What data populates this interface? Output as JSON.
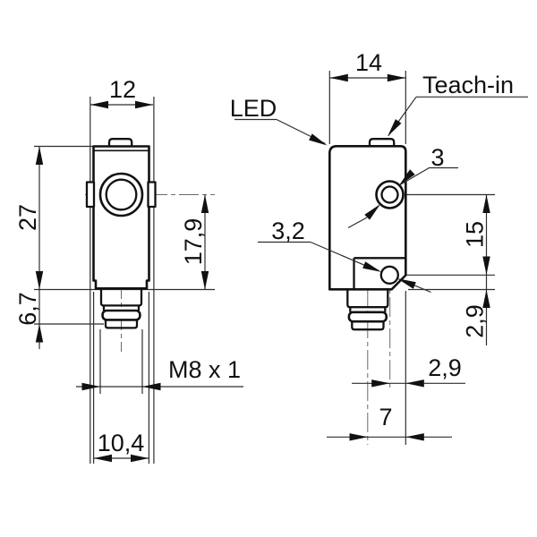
{
  "drawing": {
    "title": "sensor-dimension-drawing",
    "background": "#ffffff",
    "line_color": "#111111",
    "views": {
      "front": {
        "dimensions": {
          "width": "12",
          "height": "27",
          "lens_center_from_bottom": "17,9",
          "connector_length": "6,7",
          "thread": "M8 x 1",
          "connector_width": "10,4"
        }
      },
      "side": {
        "dimensions": {
          "depth": "14",
          "hole_diameter": "3",
          "lower_hole_diameter": "3,2",
          "hole_spacing": "15",
          "lower_hole_offset": "2,9",
          "edge_offset": "2,9",
          "center_to_edge": "7"
        },
        "callouts": {
          "led": "LED",
          "teach_in": "Teach-in"
        }
      }
    }
  }
}
